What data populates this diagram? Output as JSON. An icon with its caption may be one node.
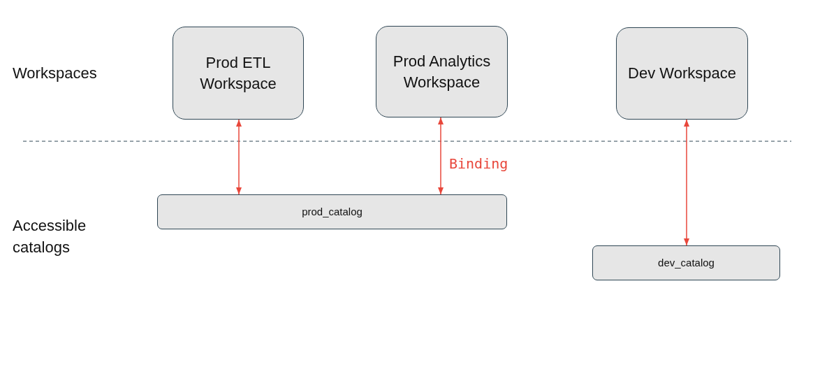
{
  "diagram": {
    "nodes": [
      {
        "text": [
          "Prod ETL Workspace"
        ]
      },
      {
        "text": [
          "Prod Analytics Workspace"
        ]
      },
      {
        "text": [
          "Dev Workspace"
        ]
      },
      {
        "text": [
          "prod_catalog"
        ]
      },
      {
        "text": [
          "dev_catalog"
        ]
      }
    ],
    "edges": [
      {
        "from": 0,
        "to": 3,
        "arrow": "both"
      },
      {
        "from": 1,
        "to": 3,
        "arrow": "both",
        "label": "Binding"
      },
      {
        "from": 2,
        "to": 4,
        "arrow": "both"
      }
    ],
    "labels": [
      "Workspaces",
      "Accessible catalogs"
    ]
  }
}
